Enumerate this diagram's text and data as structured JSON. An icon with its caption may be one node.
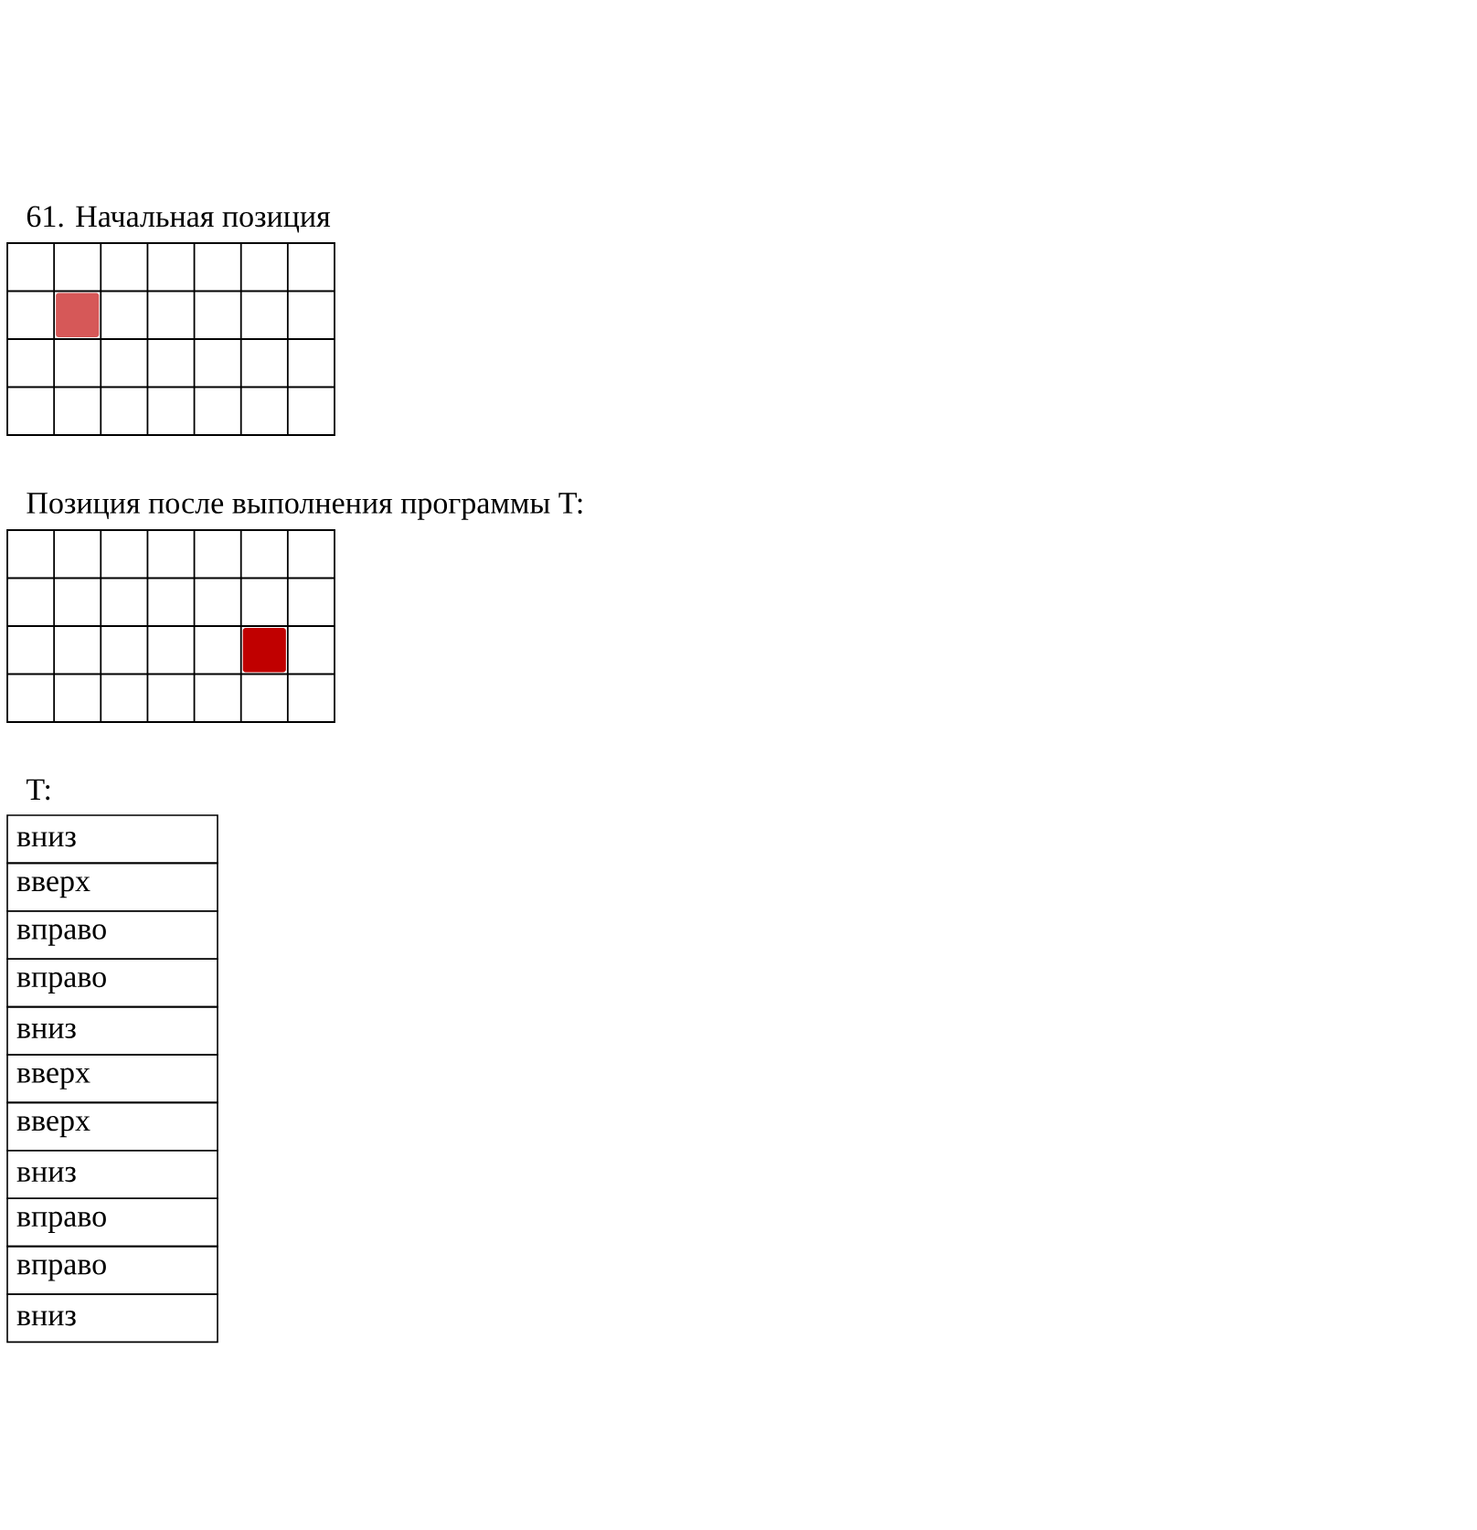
{
  "diagram": {
    "labels": [
      "61. Начальная позиция",
      "Позиция после выполнения программы T:",
      "T:",
      "вниз",
      "вверх",
      "вправо",
      "вправо",
      "вниз",
      "вверх",
      "вверх",
      "вниз",
      "вправо",
      "вправо",
      "вниз"
    ]
  }
}
